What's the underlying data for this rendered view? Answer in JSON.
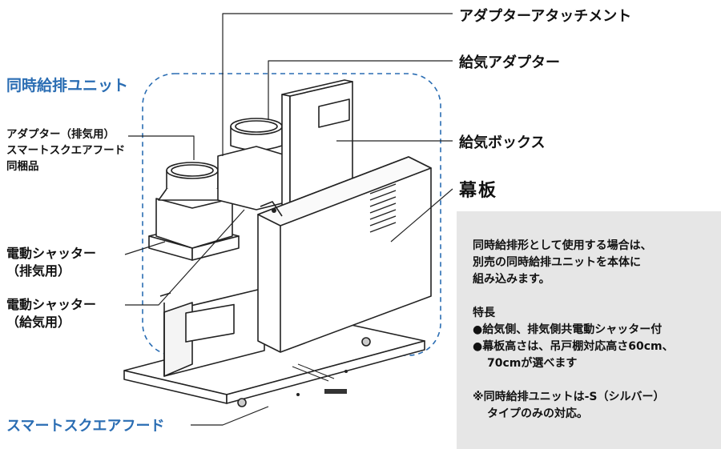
{
  "labels": {
    "adapter_attachment": "アダプターアタッチメント",
    "supply_adapter": "給気アダプター",
    "simultaneous_unit": "同時給排ユニット",
    "exhaust_adapter": [
      "アダプター（排気用）",
      "スマートスクエアフード",
      "同梱品"
    ],
    "supply_box": "給気ボックス",
    "curtain_board": "幕板",
    "shutter_exhaust": [
      "電動シャッター",
      "（排気用）"
    ],
    "shutter_supply": [
      "電動シャッター",
      "（給気用）"
    ],
    "hood": "スマートスクエアフード"
  },
  "note": {
    "intro": [
      "同時給排形として使用する場合は、",
      "別売の同時給排ユニットを本体に",
      "組み込みます。"
    ],
    "features_title": "特長",
    "features": [
      "●給気側、排気側共電動シャッター付",
      "●幕板高さは、吊戸棚対応高さ60cm、",
      "70cmが選べます"
    ],
    "footnote": [
      "※同時給排ユニットは-S（シルバー）",
      "タイプのみの対応。"
    ]
  },
  "colors": {
    "accent_blue": "#2a6db3",
    "note_bg": "#e6e6e6",
    "line": "#222222"
  }
}
